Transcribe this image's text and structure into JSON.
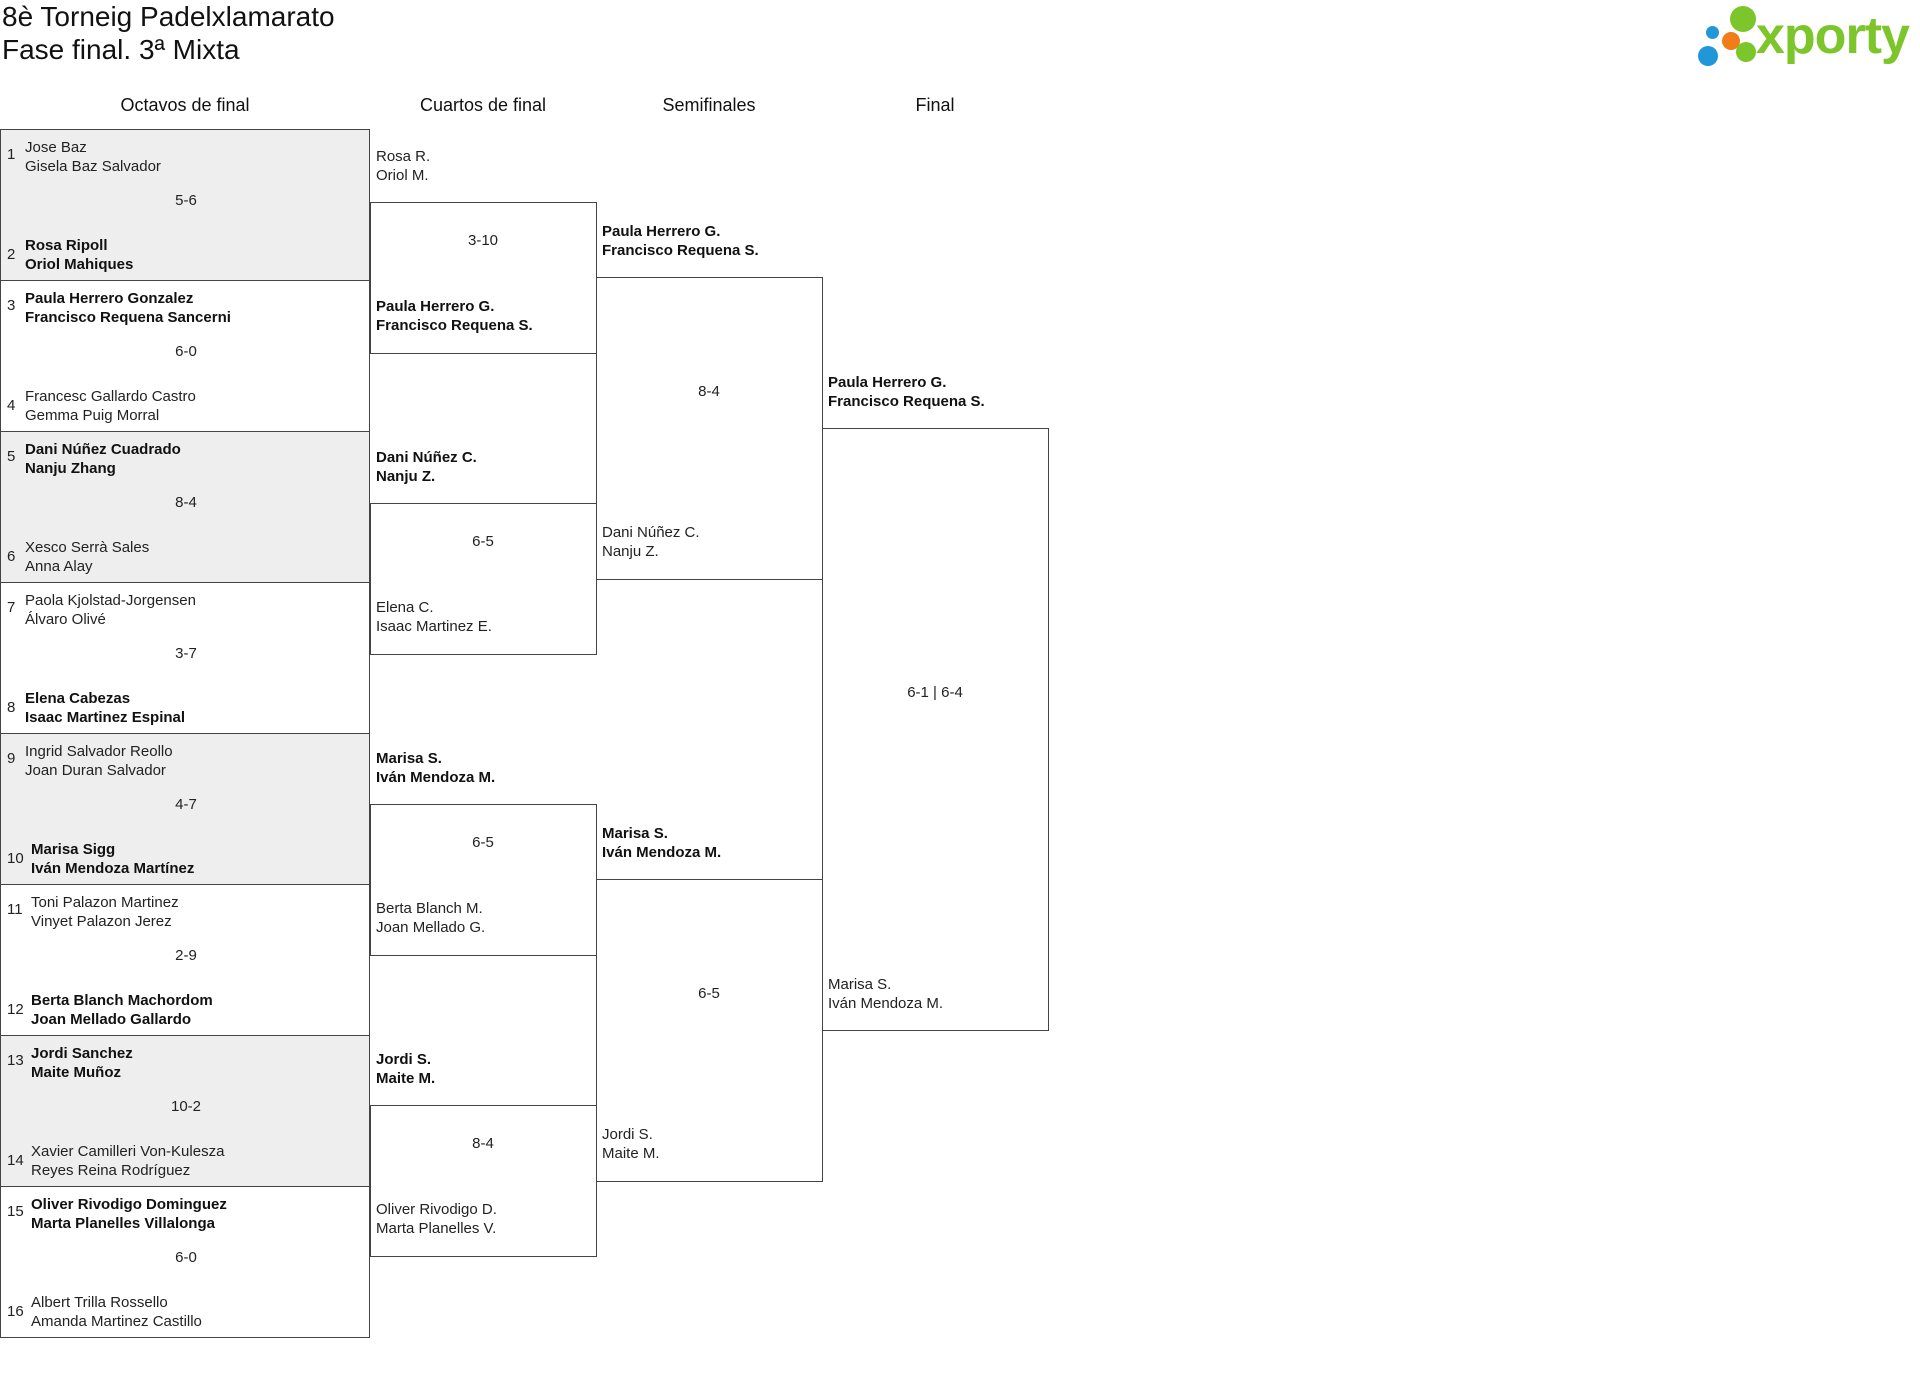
{
  "header": {
    "title_line1": "8è Torneig Padelxlamarato",
    "title_line2": "Fase final. 3ª Mixta",
    "logo_text": "xporty",
    "logo_colors": [
      "#2196d8",
      "#7cc52a",
      "#f07d1a"
    ]
  },
  "rounds": [
    "Octavos de final",
    "Cuartos de final",
    "Semifinales",
    "Final"
  ],
  "round_of_16": [
    {
      "score": "5-6",
      "top": {
        "seed": "1",
        "p1": "Jose Baz",
        "p2": "Gisela Baz Salvador",
        "winner": false
      },
      "bottom": {
        "seed": "2",
        "p1": "Rosa Ripoll",
        "p2": "Oriol Mahiques",
        "winner": true
      }
    },
    {
      "score": "6-0",
      "top": {
        "seed": "3",
        "p1": "Paula Herrero Gonzalez",
        "p2": "Francisco Requena Sancerni",
        "winner": true
      },
      "bottom": {
        "seed": "4",
        "p1": "Francesc Gallardo Castro",
        "p2": "Gemma Puig Morral",
        "winner": false
      }
    },
    {
      "score": "8-4",
      "top": {
        "seed": "5",
        "p1": "Dani Núñez Cuadrado",
        "p2": "Nanju Zhang",
        "winner": true
      },
      "bottom": {
        "seed": "6",
        "p1": "Xesco Serrà Sales",
        "p2": "Anna Alay",
        "winner": false
      }
    },
    {
      "score": "3-7",
      "top": {
        "seed": "7",
        "p1": "Paola Kjolstad-Jorgensen",
        "p2": "Álvaro Olivé",
        "winner": false
      },
      "bottom": {
        "seed": "8",
        "p1": "Elena Cabezas",
        "p2": "Isaac Martinez Espinal",
        "winner": true
      }
    },
    {
      "score": "4-7",
      "top": {
        "seed": "9",
        "p1": "Ingrid Salvador Reollo",
        "p2": "Joan Duran Salvador",
        "winner": false
      },
      "bottom": {
        "seed": "10",
        "p1": "Marisa Sigg",
        "p2": "Iván Mendoza Martínez",
        "winner": true
      }
    },
    {
      "score": "2-9",
      "top": {
        "seed": "11",
        "p1": "Toni Palazon Martinez",
        "p2": "Vinyet Palazon Jerez",
        "winner": false
      },
      "bottom": {
        "seed": "12",
        "p1": "Berta Blanch Machordom",
        "p2": "Joan Mellado Gallardo",
        "winner": true
      }
    },
    {
      "score": "10-2",
      "top": {
        "seed": "13",
        "p1": "Jordi Sanchez",
        "p2": "Maite Muñoz",
        "winner": true
      },
      "bottom": {
        "seed": "14",
        "p1": "Xavier Camilleri Von-Kulesza",
        "p2": "Reyes Reina Rodríguez",
        "winner": false
      }
    },
    {
      "score": "6-0",
      "top": {
        "seed": "15",
        "p1": "Oliver Rivodigo Dominguez",
        "p2": "Marta Planelles Villalonga",
        "winner": true
      },
      "bottom": {
        "seed": "16",
        "p1": "Albert Trilla Rossello",
        "p2": "Amanda Martinez Castillo",
        "winner": false
      }
    }
  ],
  "quarterfinals": [
    {
      "score": "3-10",
      "top": {
        "p1": "Rosa R.",
        "p2": "Oriol M.",
        "winner": false
      },
      "bottom": {
        "p1": "Paula Herrero G.",
        "p2": "Francisco Requena S.",
        "winner": true
      }
    },
    {
      "score": "6-5",
      "top": {
        "p1": "Dani Núñez C.",
        "p2": "Nanju Z.",
        "winner": true
      },
      "bottom": {
        "p1": "Elena C.",
        "p2": "Isaac Martinez E.",
        "winner": false
      }
    },
    {
      "score": "6-5",
      "top": {
        "p1": "Marisa S.",
        "p2": "Iván Mendoza M.",
        "winner": true
      },
      "bottom": {
        "p1": "Berta Blanch M.",
        "p2": "Joan Mellado G.",
        "winner": false
      }
    },
    {
      "score": "8-4",
      "top": {
        "p1": "Jordi S.",
        "p2": "Maite M.",
        "winner": true
      },
      "bottom": {
        "p1": "Oliver Rivodigo D.",
        "p2": "Marta Planelles V.",
        "winner": false
      }
    }
  ],
  "semifinals": [
    {
      "score": "8-4",
      "top": {
        "p1": "Paula Herrero G.",
        "p2": "Francisco Requena S.",
        "winner": true
      },
      "bottom": {
        "p1": "Dani Núñez C.",
        "p2": "Nanju Z.",
        "winner": false
      }
    },
    {
      "score": "6-5",
      "top": {
        "p1": "Marisa S.",
        "p2": "Iván Mendoza M.",
        "winner": true
      },
      "bottom": {
        "p1": "Jordi S.",
        "p2": "Maite M.",
        "winner": false
      }
    }
  ],
  "final": {
    "score": "6-1 | 6-4",
    "top": {
      "p1": "Paula Herrero G.",
      "p2": "Francisco Requena S.",
      "winner": true
    },
    "bottom": {
      "p1": "Marisa S.",
      "p2": "Iván Mendoza M.",
      "winner": false
    }
  }
}
